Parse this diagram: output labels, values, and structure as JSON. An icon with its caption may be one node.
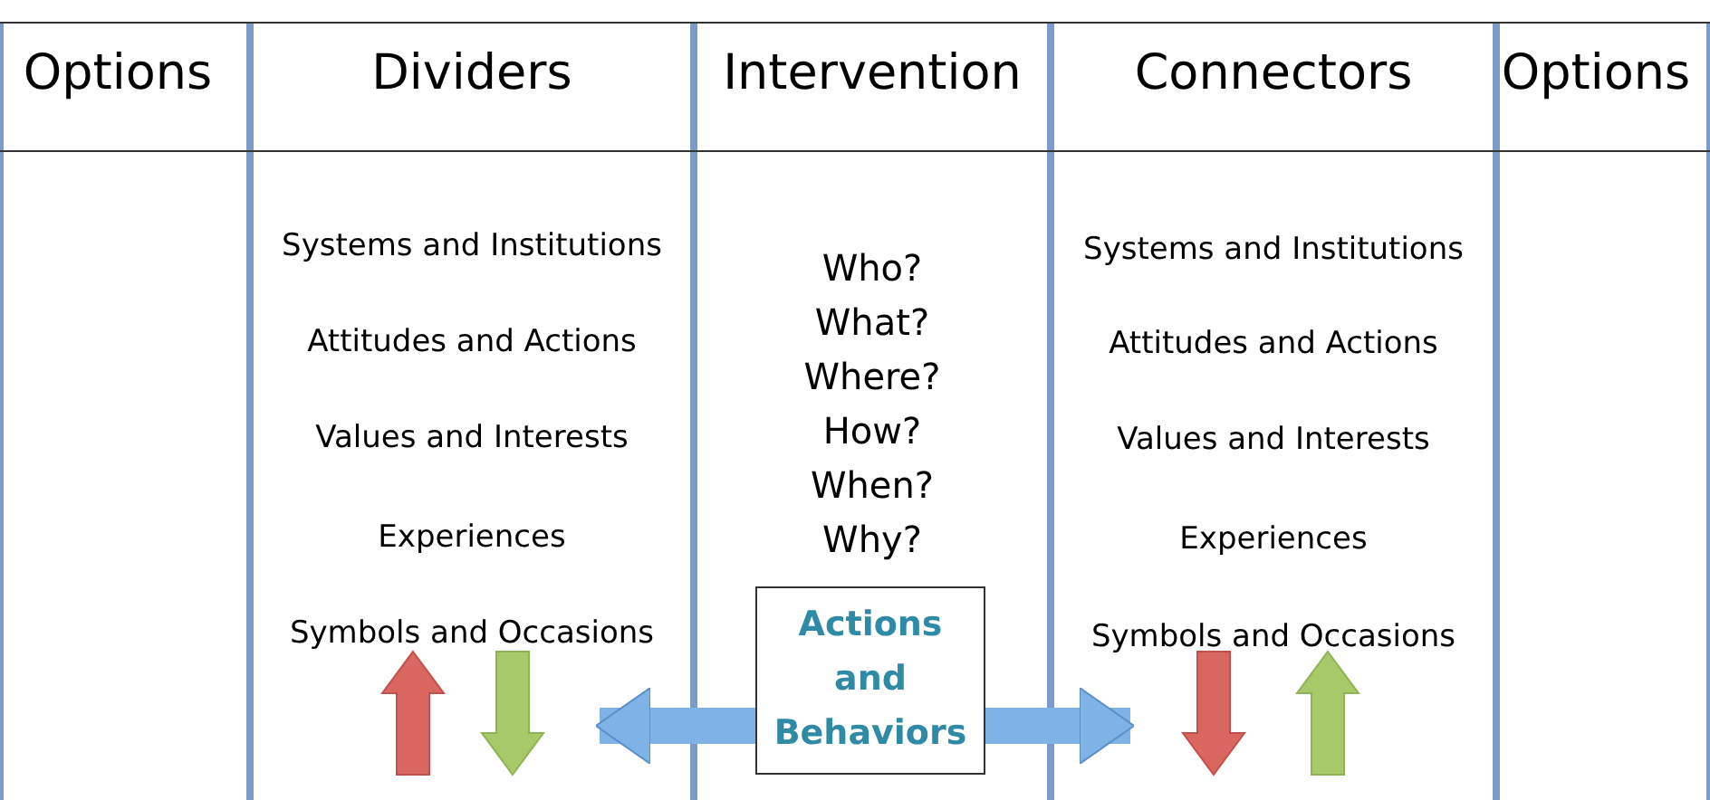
{
  "diagram": {
    "nodes": [
      {
        "text": [
          "Options"
        ]
      },
      {
        "text": [
          "Dividers",
          "Systems and Institutions",
          "Attitudes and Actions",
          "Values and Interests",
          "Experiences",
          "Symbols and Occasions"
        ]
      },
      {
        "text": [
          "Intervention",
          "Who?",
          "What?",
          "Where?",
          "How?",
          "When?",
          "Why?"
        ]
      },
      {
        "text": [
          "Actions and Behaviors"
        ],
        "in": 2
      },
      {
        "text": [
          "Connectors",
          "Systems and Institutions",
          "Attitudes and Actions",
          "Values and Interests",
          "Experiences",
          "Symbols and Occasions"
        ]
      },
      {
        "text": [
          "Options"
        ]
      }
    ],
    "edges": [
      {
        "from": 3,
        "to": 1,
        "arrow": "to"
      },
      {
        "from": 3,
        "to": 4,
        "arrow": "to"
      }
    ]
  }
}
